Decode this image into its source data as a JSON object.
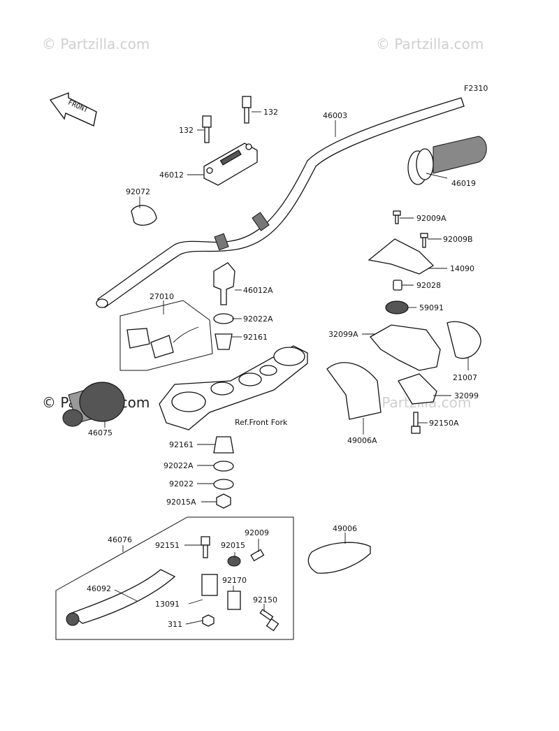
{
  "diagram_code": "F2310",
  "front_arrow_label": "FRONT",
  "reference_note": "Ref.Front Fork",
  "watermarks": [
    "© Partzilla.com",
    "© Partzilla.com",
    "© Partzilla.com",
    "© Partzilla.com"
  ],
  "labels": {
    "p46003": "46003",
    "p132a": "132",
    "p132b": "132",
    "p46012": "46012",
    "p46019": "46019",
    "p92072": "92072",
    "p92009A": "92009A",
    "p92009B": "92009B",
    "p14090": "14090",
    "p92028": "92028",
    "p46012A": "46012A",
    "p27010": "27010",
    "p92022A_top": "92022A",
    "p92161_top": "92161",
    "p59091": "59091",
    "p32099A": "32099A",
    "p21007": "21007",
    "p32099": "32099",
    "p92150A": "92150A",
    "p49006A": "49006A",
    "p46075": "46075",
    "p92161_bot": "92161",
    "p92022A_bot": "92022A",
    "p92022": "92022",
    "p92015A": "92015A",
    "p49006": "49006",
    "p46076": "46076",
    "p92151": "92151",
    "p92015": "92015",
    "p92009": "92009",
    "p46092": "46092",
    "p92170": "92170",
    "p13091": "13091",
    "p92150": "92150",
    "p311": "311"
  }
}
